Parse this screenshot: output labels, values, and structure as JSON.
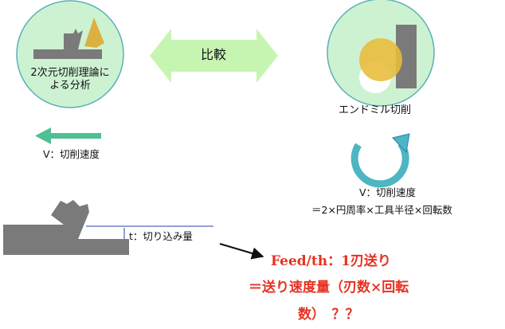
{
  "left_circle": {
    "label_line1": "2次元切削理論に",
    "label_line2": "よる分析",
    "velocity_label": "V：切削速度"
  },
  "compare": {
    "label": "比較"
  },
  "right_circle": {
    "label": "エンドミル切削",
    "velocity_line1": "V：切削速度",
    "velocity_line2": "＝2×円周率×工具半径×回転数"
  },
  "cut": {
    "depth_label": "t：切り込み量"
  },
  "feed": {
    "line1": "Feed/th：1刃送り",
    "line2": "＝送り速度量（刃数×回転",
    "line3": "数）　？？"
  },
  "colors": {
    "circle_fill": "#cdf2d2",
    "circle_stroke": "#5ab0b8",
    "arrow_green": "#c6f5b2",
    "tool_gold": "#dcb040",
    "velocity_arrow": "#4fbf94",
    "rotation_arrow": "#4db6c2",
    "workpiece_gray": "#7a7a7a",
    "depth_line": "#2a3fae",
    "feed_red": "#e63222"
  },
  "icons": {
    "rotation": "circular-arrow-icon",
    "feed_pointer": "arrow-right-icon"
  }
}
